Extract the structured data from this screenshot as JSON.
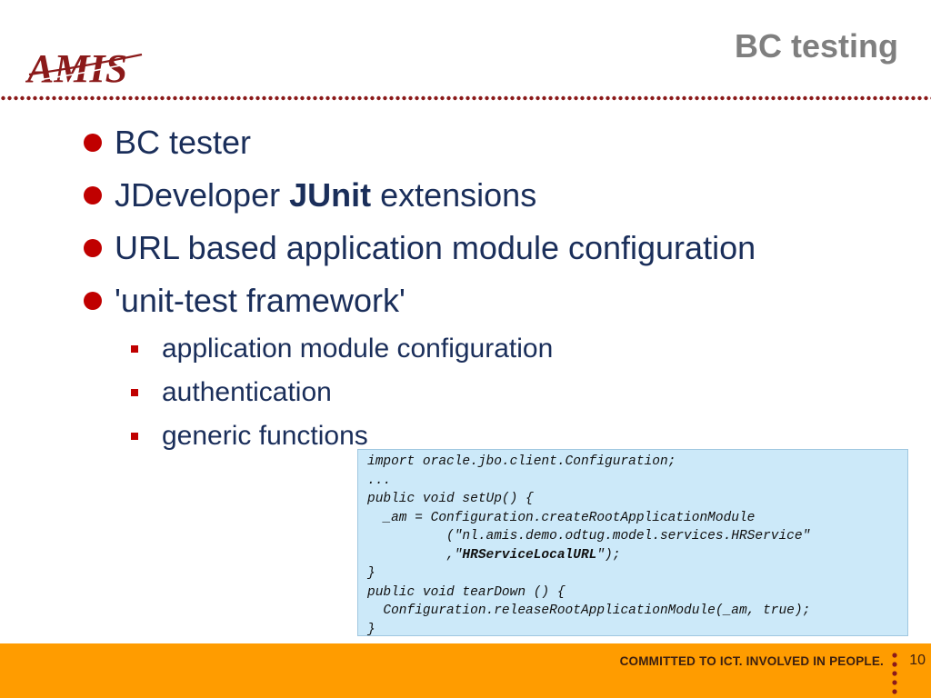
{
  "slide": {
    "title": "BC testing",
    "logo_text": "AMIS",
    "bullets": [
      {
        "text": "BC tester"
      },
      {
        "pre": "JDeveloper ",
        "bold": "JUnit",
        "post": " extensions"
      },
      {
        "text": "URL based application module configuration"
      },
      {
        "text": "'unit-test framework'"
      }
    ],
    "sub_bullets": [
      "application module configuration",
      "authentication",
      "generic functions"
    ],
    "code": {
      "line1": "import oracle.jbo.client.Configuration;",
      "line2": "...",
      "line3": "public void setUp() {",
      "line4": "  _am = Configuration.createRootApplicationModule",
      "line5": "          (\"nl.amis.demo.odtug.model.services.HRService\"",
      "line6_pre": "          ,\"",
      "line6_bold": "HRServiceLocalURL",
      "line6_post": "\");",
      "line7": "}",
      "line8": "public void tearDown () {",
      "line9": "  Configuration.releaseRootApplicationModule(_am, true);",
      "line10": "}"
    },
    "footer": {
      "tagline": "COMMITTED TO ICT. INVOLVED IN PEOPLE.",
      "page_number": "10"
    }
  },
  "colors": {
    "accent_red": "#c00000",
    "text_navy": "#1a2e5a",
    "title_gray": "#7f7f7f",
    "footer_orange": "#ff9c00",
    "code_bg": "#cce9f9",
    "dots_maroon": "#8b1a1a"
  }
}
